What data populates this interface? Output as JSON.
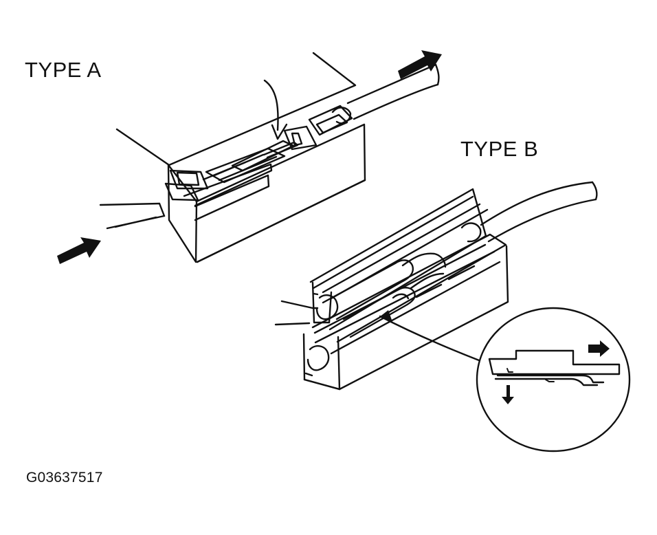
{
  "labels": {
    "type_a": "TYPE A",
    "type_b": "TYPE B",
    "figure_code": "G03637517"
  },
  "colors": {
    "line": "#111111",
    "fill": "#ffffff",
    "arrow": "#111111"
  },
  "icons": {
    "pull_arrow": "arrow-up-right-icon",
    "insert_arrow": "arrow-up-right-icon",
    "callout_arrow": "curved-arrow-icon",
    "release_right_arrow": "arrow-right-icon",
    "release_down_arrow": "arrow-down-icon"
  }
}
